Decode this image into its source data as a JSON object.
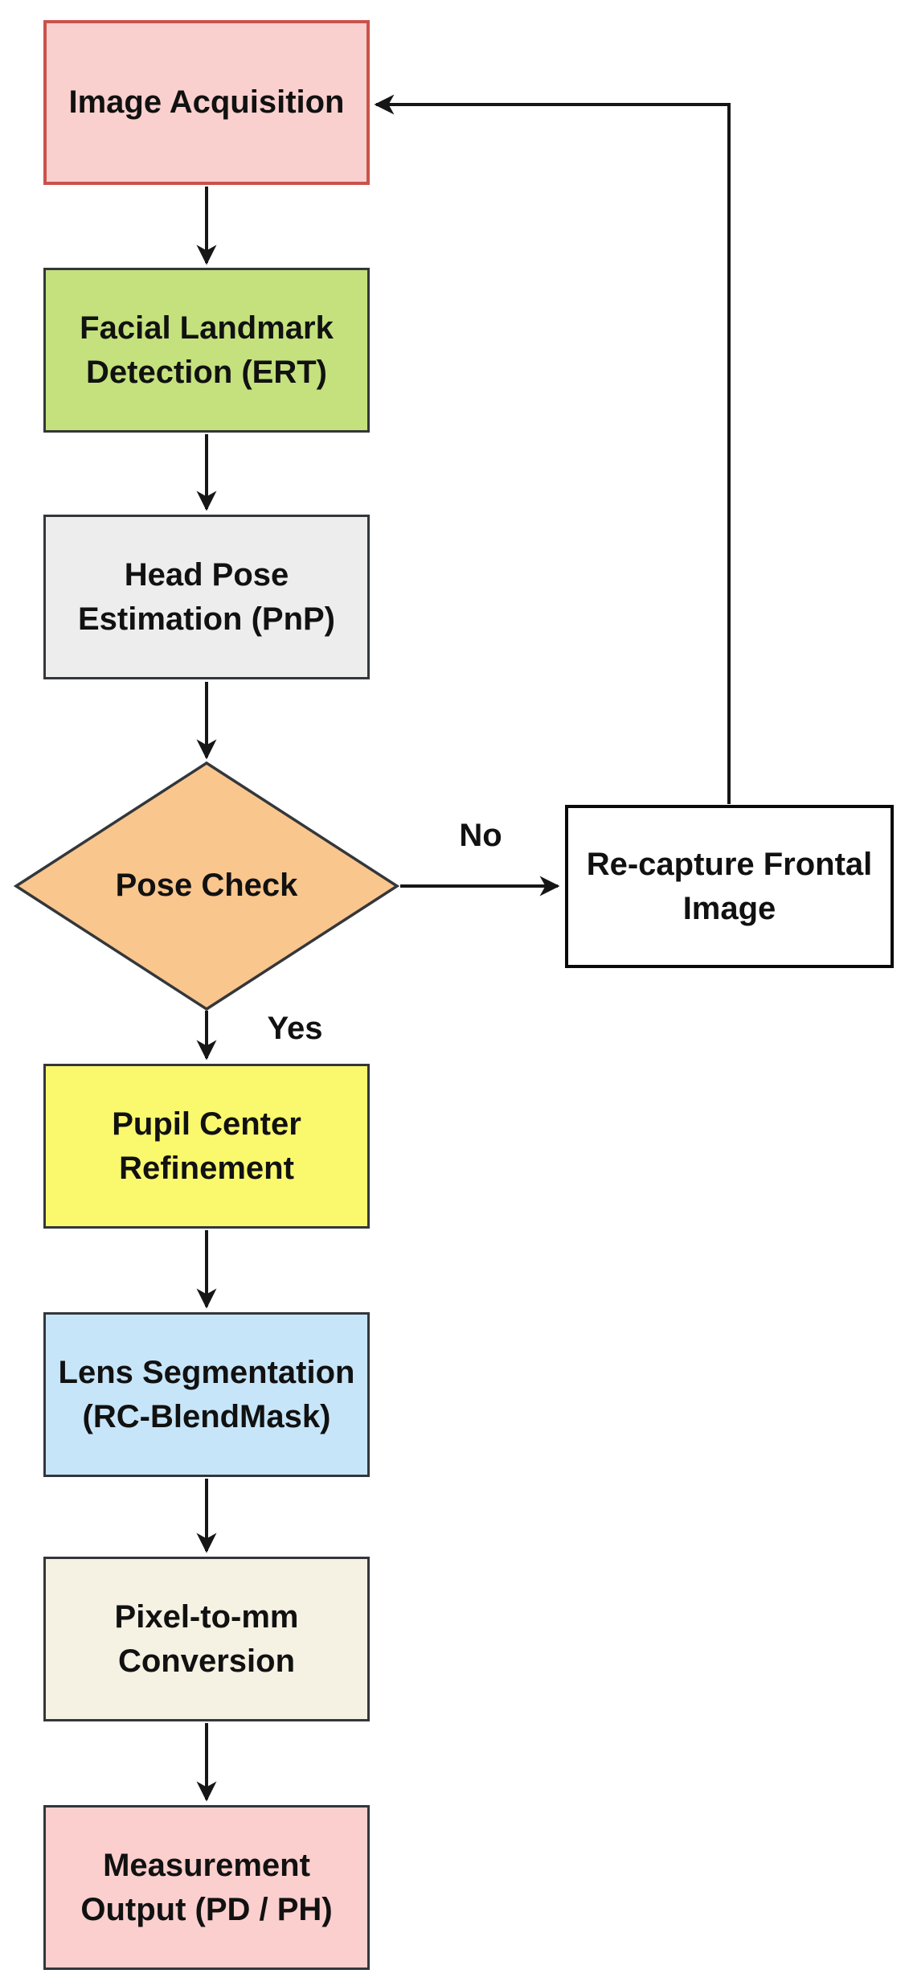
{
  "canvas": {
    "background": "#FFFFFF",
    "line_color": "#161616",
    "text_color": "#111111"
  },
  "nodes": [
    {
      "id": "image-acquisition",
      "shape": "rectangle",
      "label": "Image Acquisition",
      "fill": "#F9D0CE",
      "border": "#C9534C"
    },
    {
      "id": "facial-landmark-detection",
      "shape": "rectangle",
      "label": "Facial Landmark\nDetection (ERT)",
      "fill": "#C4E17D",
      "border": "#33373B"
    },
    {
      "id": "head-pose-estimation",
      "shape": "rectangle",
      "label": "Head Pose\nEstimation (PnP)",
      "fill": "#EDEDED",
      "border": "#33373B"
    },
    {
      "id": "pose-check",
      "shape": "diamond",
      "label": "Pose Check",
      "fill": "#F9C68E",
      "border": "#33373B"
    },
    {
      "id": "recapture-frontal-image",
      "shape": "rectangle",
      "label": "Re-capture Frontal\nImage",
      "fill": "#FFFFFF",
      "border": "#0A0A0A"
    },
    {
      "id": "pupil-center-refinement",
      "shape": "rectangle",
      "label": "Pupil Center\nRefinement",
      "fill": "#FAF96E",
      "border": "#33373B"
    },
    {
      "id": "lens-segmentation",
      "shape": "rectangle",
      "label": "Lens Segmentation\n(RC-BlendMask)",
      "fill": "#C7E5F8",
      "border": "#33373B"
    },
    {
      "id": "pixel-to-mm-conversion",
      "shape": "rectangle",
      "label": "Pixel-to-mm\nConversion",
      "fill": "#F5F1E3",
      "border": "#33373B"
    },
    {
      "id": "measurement-output",
      "shape": "rectangle",
      "label": "Measurement\nOutput (PD / PH)",
      "fill": "#FACFCE",
      "border": "#33373B"
    }
  ],
  "edge_labels": {
    "no": "No",
    "yes": "Yes"
  }
}
